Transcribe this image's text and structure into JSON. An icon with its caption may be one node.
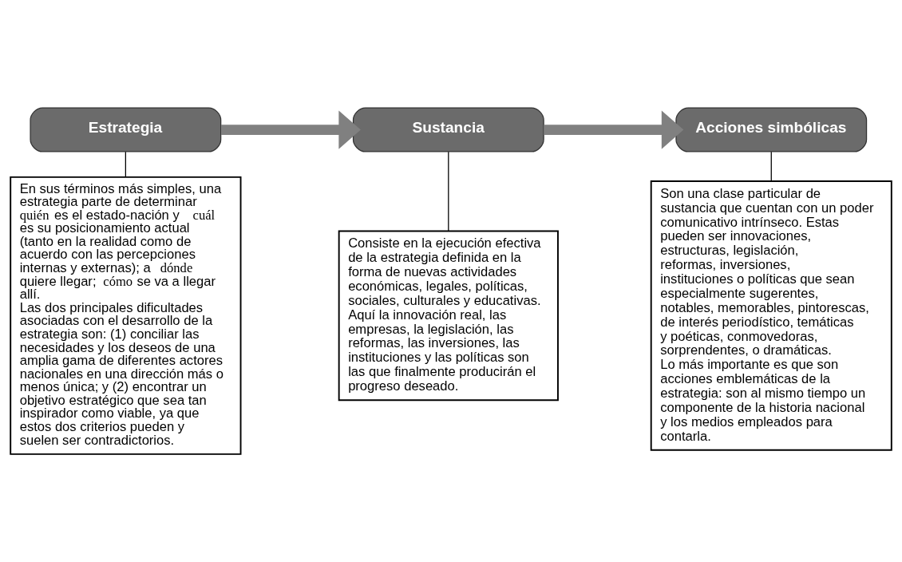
{
  "diagram": {
    "nodes": [
      {
        "text": [
          "Estrategia"
        ]
      },
      {
        "text": [
          "En sus términos más simples, una estrategia parte de determinar *quién* es el estado-nación y *cuál* es su posicionamiento actual (tanto en la realidad como de acuerdo con las percepciones internas y externas); a *dónde* quiere llegar; *cómo* se va a llegar allí.",
          "Las dos principales dificultades asociadas con el desarrollo de la estrategia son: (1) conciliar las necesidades y los deseos de una amplia gama de diferentes actores nacionales en una dirección más o menos única; y (2) encontrar un objetivo estratégico que sea tan inspirador como viable, ya que estos dos criterios pueden y suelen ser contradictorios."
        ]
      },
      {
        "text": [
          "Sustancia"
        ]
      },
      {
        "text": [
          "Consiste en la ejecución efectiva de la estrategia definida en la forma de nuevas actividades económicas, legales, políticas, sociales, culturales y educativas. Aquí la innovación real, las empresas, la legislación, las reformas, las inversiones, las instituciones y las políticas son las que finalmente producirán el progreso deseado."
        ]
      },
      {
        "text": [
          "Acciones simbólicas"
        ]
      },
      {
        "text": [
          "Son una clase particular de sustancia que cuentan con un poder comunicativo intrínseco. Estas pueden ser innovaciones, estructuras, legislación, reformas, inversiones, instituciones o políticas que sean especialmente sugerentes, notables, memorables, pintorescas, de interés periodístico, temáticas y poéticas, conmovedoras, sorprendentes, o dramáticas.",
          "Lo más importante es que son acciones emblemáticas de la estrategia: son al mismo tiempo un componente de la historia nacional y los medios empleados para contarla."
        ]
      }
    ],
    "edges": [
      {
        "from": 0,
        "to": 1,
        "arrow": "none"
      },
      {
        "from": 2,
        "to": 3,
        "arrow": "none"
      },
      {
        "from": 4,
        "to": 5,
        "arrow": "none"
      },
      {
        "from": 0,
        "to": 2,
        "arrow": "to",
        "style": "thick",
        "color": "#808080"
      },
      {
        "from": 2,
        "to": 4,
        "arrow": "to",
        "style": "thick",
        "color": "#808080"
      }
    ]
  }
}
